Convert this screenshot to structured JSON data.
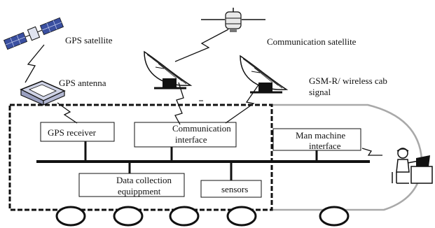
{
  "labels": {
    "gps_satellite": "GPS satellite",
    "communication_satellite": "Communication satellite",
    "gps_antenna": "GPS antenna",
    "gsmr_line1": "GSM-R/   wireless cab",
    "gsmr_line2": "signal",
    "gps_receiver": "GPS receiver",
    "comm_interface_line1": "Communication",
    "comm_interface_line2": "interface",
    "mmi_line1": "Man  machine",
    "mmi_line2": "interface",
    "data_collection_line1": "Data collection",
    "data_collection_line2": "equippment",
    "sensors": "sensors"
  },
  "colors": {
    "ink": "#111111",
    "cab_outline": "#a9a9a9",
    "solar_panel": "#3a4fa0",
    "antenna_body": "#cfd3e6"
  },
  "icons": {
    "gps_satellite": "gps-satellite-icon",
    "communication_satellite": "communication-satellite-icon",
    "dish_antenna": "dish-antenna-icon",
    "gps_antenna": "gps-antenna-device-icon",
    "driver": "driver-at-console-icon",
    "signal": "lightning-signal-icon",
    "wheel": "train-wheel-icon"
  }
}
